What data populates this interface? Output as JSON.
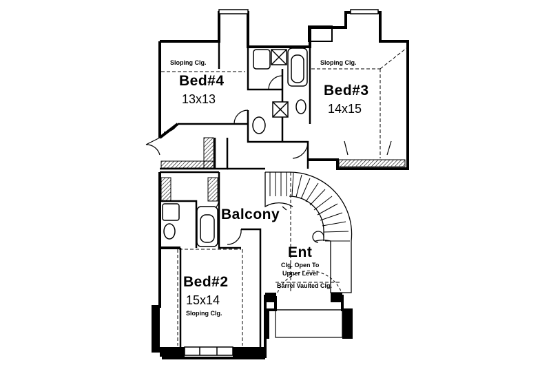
{
  "rooms": {
    "bed4": {
      "name": "Bed#4",
      "size": "13x13",
      "ceiling": "Sloping Clg."
    },
    "bed3": {
      "name": "Bed#3",
      "size": "14x15",
      "ceiling": "Sloping Clg."
    },
    "bed2": {
      "name": "Bed#2",
      "size": "15x14",
      "ceiling": "Sloping Clg."
    },
    "balcony": {
      "name": "Balcony"
    },
    "entry": {
      "name": "Ent",
      "ceiling_note_1": "Clg. Open To",
      "ceiling_note_2": "Upper Level",
      "vault_note": "Barrel Vaulted Clg."
    }
  }
}
